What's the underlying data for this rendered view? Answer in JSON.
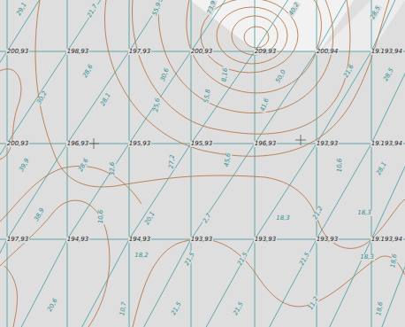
{
  "diagram": {
    "labels": [
      "200,93",
      "198,93",
      "197,93",
      "200,93",
      "209,93",
      "200,94",
      "193,94",
      "193,94",
      "200,93",
      "196,93",
      "195,93",
      "195,93",
      "196,93",
      "193,93",
      "193,94",
      "193,94",
      "197,93",
      "194,93",
      "194,93",
      "193,93",
      "193,93",
      "193,93",
      "193,94",
      "193,94",
      "29,1",
      "21,7",
      "55,9",
      "73,9",
      "40,2",
      "28,5",
      "28,6",
      "30,6",
      "8,16",
      "50,0",
      "21,6",
      "28,5",
      "30,2",
      "28,1",
      "25,6",
      "55,8",
      "41,6",
      "39,9",
      "28,6",
      "32,6",
      "27,2",
      "45,6",
      "10,6",
      "28,1",
      "38,9",
      "10,6",
      "20,1",
      "2,7",
      "18,3",
      "21,2",
      "18,3",
      "18,2",
      "21,5",
      "21,5",
      "21,5",
      "18,3",
      "18,6",
      "20,6",
      "10,7",
      "21,5",
      "21,5",
      "11,2",
      "18,6"
    ]
  }
}
